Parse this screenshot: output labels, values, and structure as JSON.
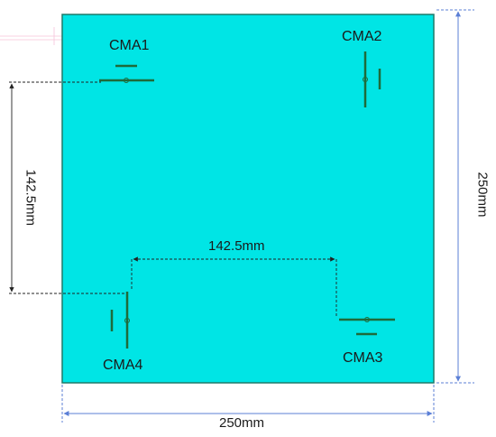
{
  "panel": {
    "fill": "#00e5e5",
    "border": "#1f7a6a"
  },
  "markers": [
    {
      "id": "cma1",
      "label": "CMA1"
    },
    {
      "id": "cma2",
      "label": "CMA2"
    },
    {
      "id": "cma3",
      "label": "CMA3"
    },
    {
      "id": "cma4",
      "label": "CMA4"
    }
  ],
  "dimensions": {
    "marker_spacing_horizontal": "142.5mm",
    "marker_spacing_vertical": "142.5mm",
    "panel_width": "250mm",
    "panel_height": "250mm"
  },
  "colors": {
    "marker": "#1e6b3a",
    "dimension_line": "#5b7fd6",
    "dashed_guide": "#222222"
  }
}
